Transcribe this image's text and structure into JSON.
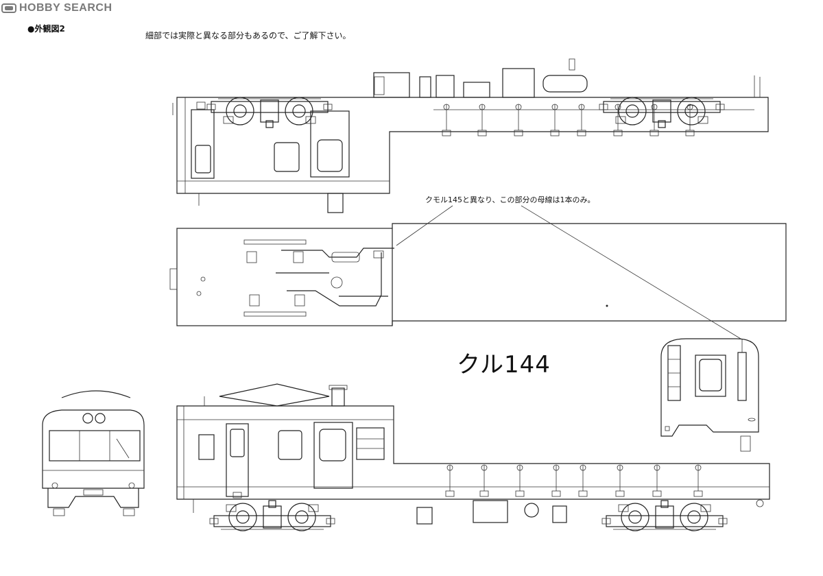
{
  "header": {
    "logo_text": "HOBBY SEARCH",
    "section_title": "●外観図2",
    "disclaimer": "細部では実際と異なる部分もあるので、ご了解下さい。"
  },
  "annotation": {
    "callout": "クモル145と異なり、この部分の母線は1本のみ。"
  },
  "model_name": "クル144",
  "colors": {
    "line": "#222222",
    "logo": "#7a7a7a",
    "background": "#ffffff"
  }
}
